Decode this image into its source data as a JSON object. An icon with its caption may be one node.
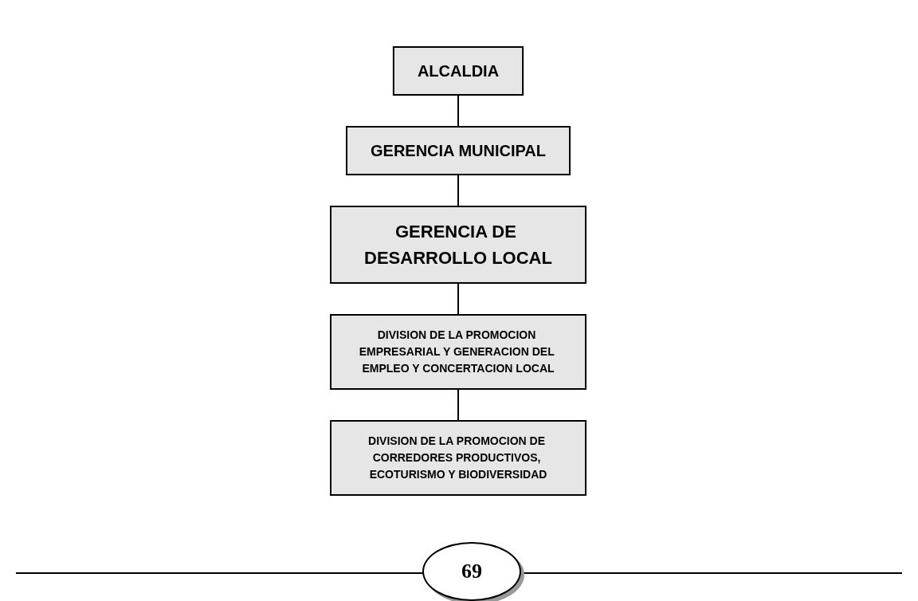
{
  "diagram": {
    "nodes": [
      {
        "text": [
          "ALCALDIA"
        ]
      },
      {
        "text": [
          "GERENCIA MUNICIPAL"
        ]
      },
      {
        "text": [
          "GERENCIA DE DESARROLLO LOCAL"
        ]
      },
      {
        "text": [
          "DIVISION DE LA PROMOCION EMPRESARIAL Y GENERACION DEL EMPLEO Y CONCERTACION LOCAL"
        ]
      },
      {
        "text": [
          "DIVISION DE LA PROMOCION DE CORREDORES PRODUCTIVOS, ECOTURISMO Y BIODIVERSIDAD"
        ]
      }
    ],
    "edges": [
      {
        "from": 0,
        "to": 1,
        "arrow": "none"
      },
      {
        "from": 1,
        "to": 2,
        "arrow": "none"
      },
      {
        "from": 2,
        "to": 3,
        "arrow": "none"
      },
      {
        "from": 3,
        "to": 4,
        "arrow": "none"
      }
    ],
    "labels": [
      "69"
    ]
  }
}
